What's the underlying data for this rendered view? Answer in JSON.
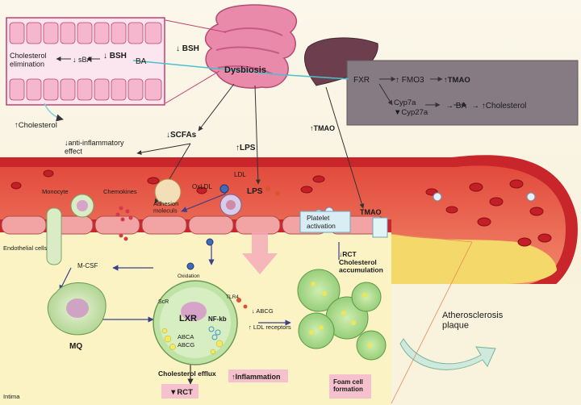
{
  "gut": {
    "bsh_top": "BSH",
    "bsh_inner": "BSH",
    "cholesterol_elimination": "Cholesterol\nelimination",
    "sba": "sBA",
    "ba": "BA",
    "dysbiosis": "Dysbiosis",
    "cholesterol": "Cholesterol",
    "scfas": "SCFAs",
    "anti_inflammatory": "anti-inflammatory\neffect",
    "lps": "LPS"
  },
  "liver": {
    "fxr": "FXR",
    "fmo3": "FMO3",
    "tmao": "TMAO",
    "cyp7a": "Cyp7a",
    "cyp27a": "Cyp27a",
    "ba": "BA",
    "cholesterol": "Cholesterol",
    "tmao_arrow": "TMAO"
  },
  "vessel": {
    "ldl": "LDL",
    "lps": "LPS",
    "oxldl": "OxLDL",
    "monocyte": "Monocyte",
    "chemokines": "Chemokines",
    "adhesion": "Adhesion\nmoleculs",
    "platelet": "Platelet\nactivation",
    "tmao": "TMAO",
    "endothelial": "Endothelial cells",
    "mcsf": "M-CSF",
    "oxidation": "Oxidation",
    "rct_acc": "RCT\nCholesterol\naccumulation",
    "scr": "ScR",
    "tlr4": "TLR4",
    "lxr": "LXR",
    "nfkb": "NF-kb",
    "abca": "ABCA",
    "abcg_inner": "ABCG",
    "abcg": "ABCG",
    "ldl_receptors": "LDL receptors",
    "mq": "MQ",
    "cholesterol_efflux": "Cholesterol efflux",
    "inflammation": "Inflammation",
    "foam_cell": "Foam cell\nformation",
    "rct": "RCT",
    "intima": "Intima",
    "atherosclerosis": "Atherosclerosis\nplaque"
  },
  "colors": {
    "vessel_red": "#c8262a",
    "intima_yellow": "#fbf3c4",
    "liver_box": "#867b82",
    "gut_pink": "#e87aa4",
    "label_pink": "#f6c1cf"
  }
}
